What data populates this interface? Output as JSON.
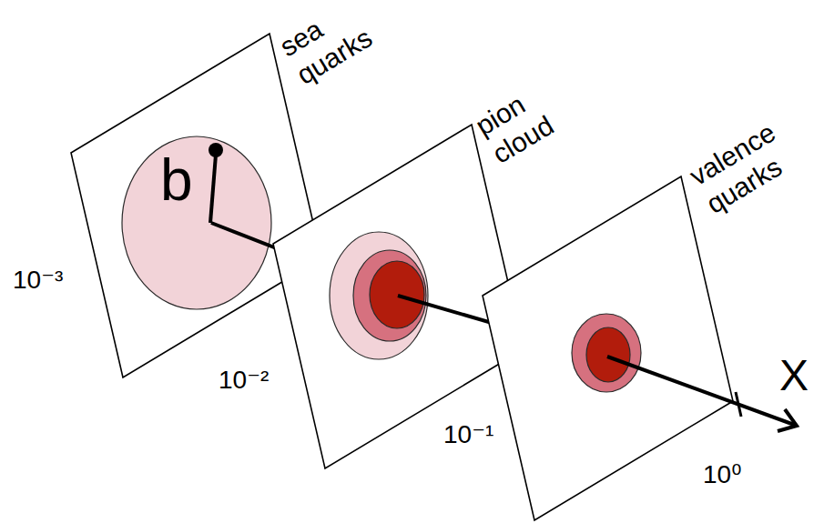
{
  "diagram": {
    "nodes": [
      {
        "text": [
          "sea quarks"
        ]
      },
      {
        "text": [
          "b"
        ],
        "in": 0
      },
      {
        "text": [
          "pion cloud"
        ]
      },
      {
        "text": [
          "valence quarks"
        ]
      }
    ],
    "labels": [
      "10⁻³",
      "10⁻²",
      "10⁻¹",
      "10⁰",
      "X"
    ]
  }
}
